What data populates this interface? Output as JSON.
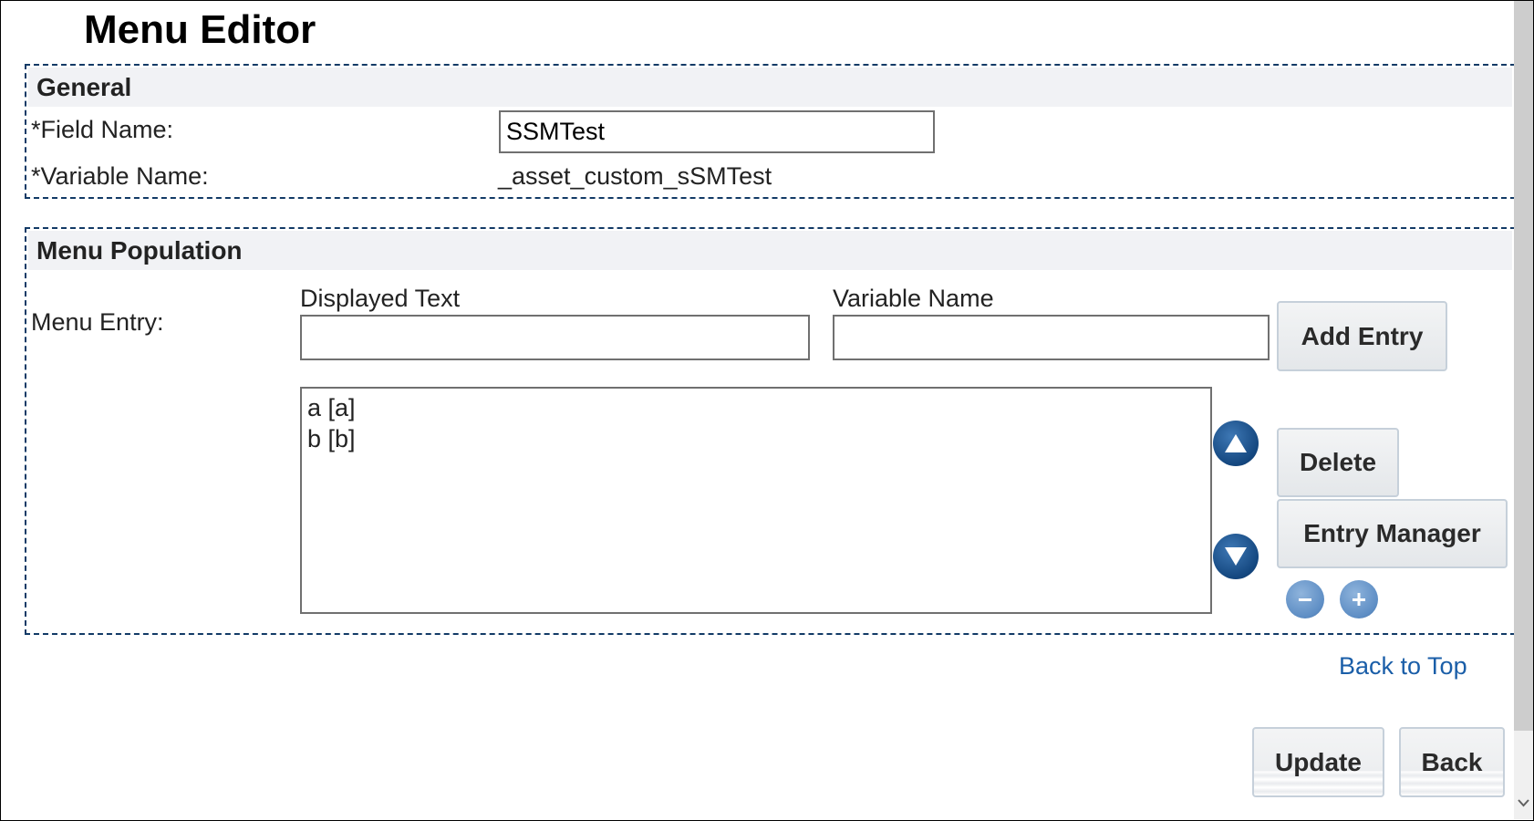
{
  "page_title": "Menu Editor",
  "general": {
    "heading": "General",
    "field_name_label": "*Field Name:",
    "field_name_value": "SSMTest",
    "variable_name_label": "*Variable Name:",
    "variable_name_value": "_asset_custom_sSMTest"
  },
  "menu_population": {
    "heading": "Menu Population",
    "menu_entry_label": "Menu Entry:",
    "displayed_text_label": "Displayed Text",
    "displayed_text_value": "",
    "variable_name_label": "Variable Name",
    "variable_name_value": "",
    "add_entry": "Add Entry",
    "entries": [
      "a [a]",
      "b [b]"
    ],
    "delete": "Delete",
    "entry_manager": "Entry Manager"
  },
  "back_to_top": "Back to Top",
  "update": "Update",
  "back": "Back"
}
